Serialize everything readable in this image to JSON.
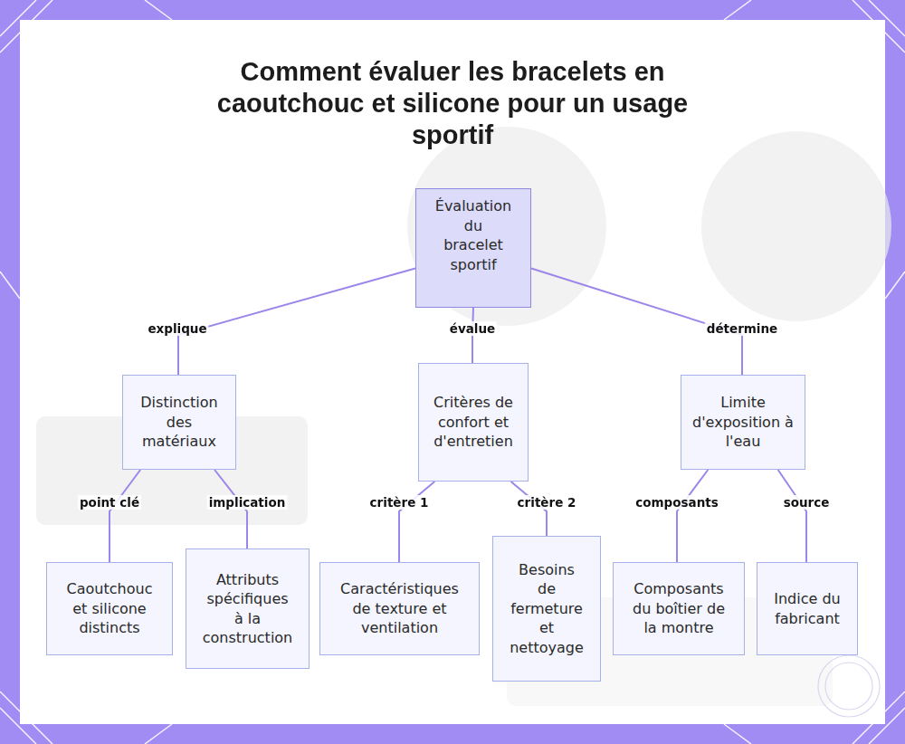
{
  "diagram": {
    "title": "Comment évaluer les bracelets en caoutchouc et silicone pour un usage sportif",
    "nodes": [
      {
        "text": [
          "Évaluation du bracelet sportif"
        ]
      },
      {
        "text": [
          "Distinction des matériaux"
        ]
      },
      {
        "text": [
          "Critères de confort et d'entretien"
        ]
      },
      {
        "text": [
          "Limite d'exposition à l'eau"
        ]
      },
      {
        "text": [
          "Caoutchouc et silicone distincts"
        ]
      },
      {
        "text": [
          "Attributs spécifiques à la construction"
        ]
      },
      {
        "text": [
          "Caractéristiques de texture et ventilation"
        ]
      },
      {
        "text": [
          "Besoins de fermeture et nettoyage"
        ]
      },
      {
        "text": [
          "Composants du boîtier de la montre"
        ]
      },
      {
        "text": [
          "Indice du fabricant"
        ]
      }
    ],
    "edges": [
      {
        "from": 0,
        "to": 1,
        "label": "explique",
        "arrow": "none"
      },
      {
        "from": 0,
        "to": 2,
        "label": "évalue",
        "arrow": "none"
      },
      {
        "from": 0,
        "to": 3,
        "label": "détermine",
        "arrow": "none"
      },
      {
        "from": 1,
        "to": 4,
        "label": "point clé",
        "arrow": "none"
      },
      {
        "from": 1,
        "to": 5,
        "label": "implication",
        "arrow": "none"
      },
      {
        "from": 2,
        "to": 6,
        "label": "critère 1",
        "arrow": "none"
      },
      {
        "from": 2,
        "to": 7,
        "label": "critère 2",
        "arrow": "none"
      },
      {
        "from": 3,
        "to": 8,
        "label": "composants",
        "arrow": "none"
      },
      {
        "from": 3,
        "to": 9,
        "label": "source",
        "arrow": "none"
      }
    ]
  }
}
